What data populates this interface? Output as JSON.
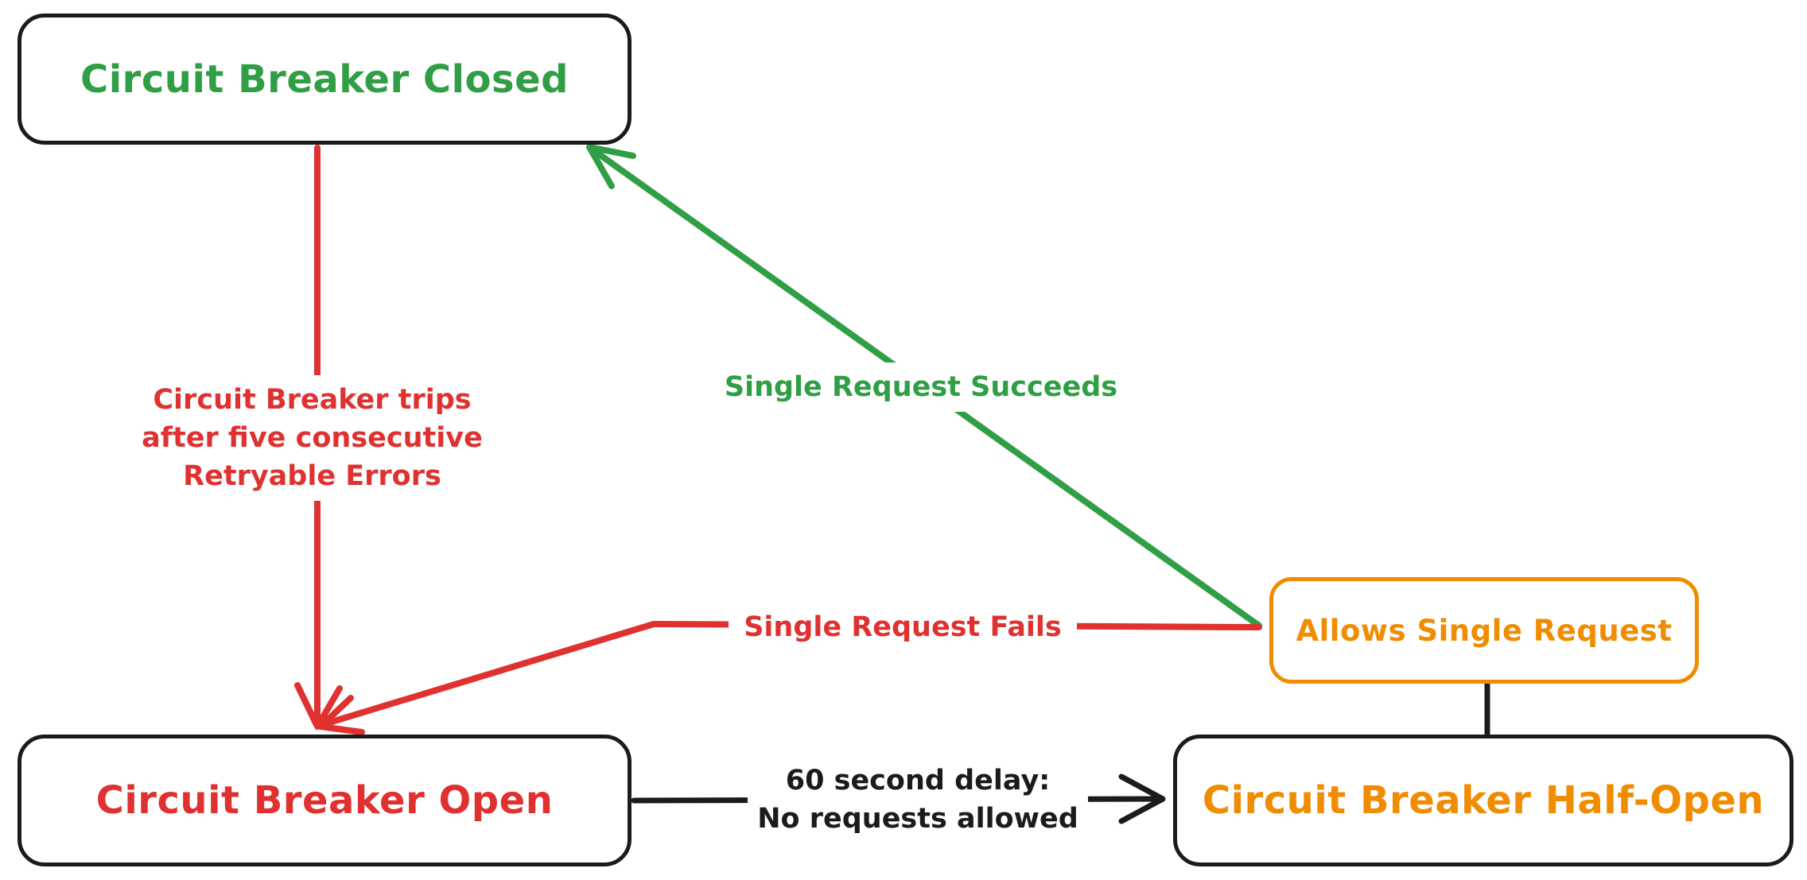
{
  "diagram": {
    "type": "state-diagram",
    "subject": "Circuit Breaker states",
    "background": "#ffffff"
  },
  "colors": {
    "green": "#2f9e44",
    "red": "#e03131",
    "orange": "#f08c00",
    "ink": "#1b1b1b"
  },
  "nodes": {
    "closed": {
      "label": "Circuit Breaker Closed",
      "text_color": "#2f9e44",
      "border_color": "#1b1b1b"
    },
    "open": {
      "label": "Circuit Breaker Open",
      "text_color": "#e03131",
      "border_color": "#1b1b1b"
    },
    "half_open": {
      "label": "Circuit Breaker Half-Open",
      "text_color": "#f08c00",
      "border_color": "#1b1b1b"
    },
    "allows": {
      "label": "Allows Single Request",
      "text_color": "#f08c00",
      "border_color": "#f08c00"
    }
  },
  "edges": {
    "trip": {
      "label": "Circuit Breaker trips\nafter five consecutive\nRetryable Errors",
      "from": "closed",
      "to": "open",
      "color": "#e03131",
      "arrowhead": "to"
    },
    "succeed": {
      "label": "Single Request Succeeds",
      "from": "allows",
      "to": "closed",
      "color": "#2f9e44",
      "arrowhead": "to"
    },
    "fail": {
      "label": "Single Request Fails",
      "from": "allows",
      "to": "open",
      "color": "#e03131",
      "arrowhead": "to"
    },
    "delay": {
      "label": "60 second delay:\nNo requests allowed",
      "from": "open",
      "to": "half_open",
      "color": "#1b1b1b",
      "arrowhead": "to"
    },
    "connector": {
      "label": "",
      "from": "half_open",
      "to": "allows",
      "color": "#1b1b1b",
      "arrowhead": "none"
    }
  }
}
